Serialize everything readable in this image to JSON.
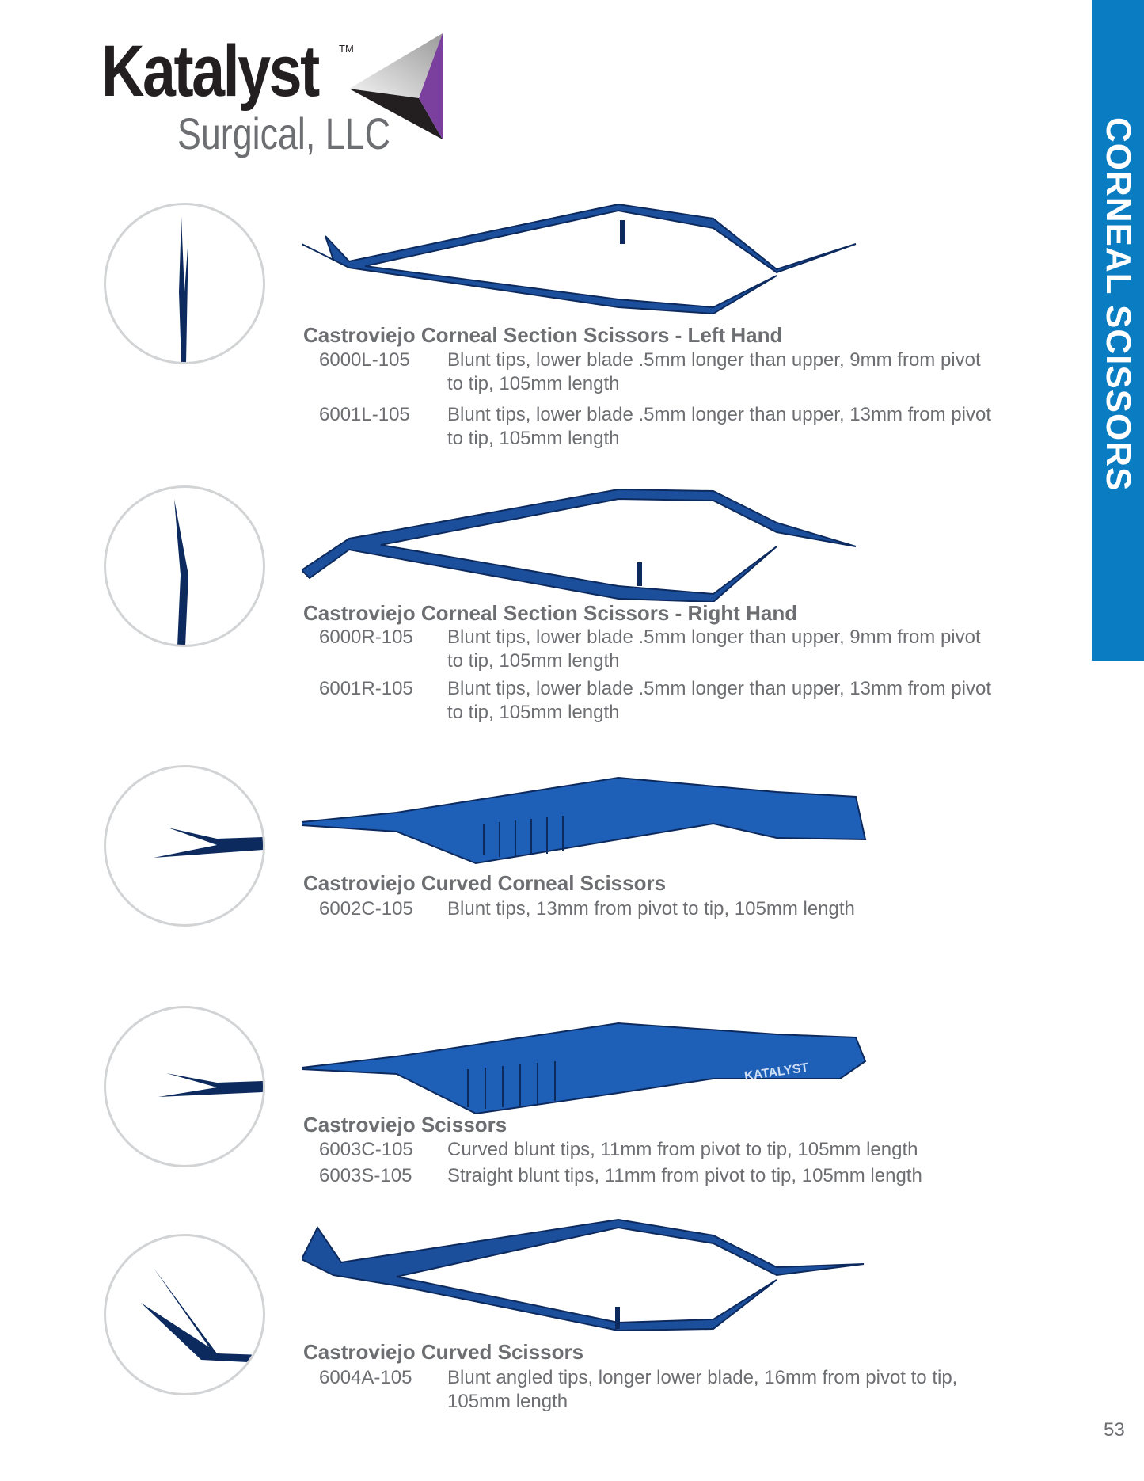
{
  "logo": {
    "brand": "Katalyst",
    "trademark": "TM",
    "subtitle": "Surgical, LLC",
    "colors": {
      "dark": "#231f20",
      "purple": "#7b3f9e",
      "silver": "#c9c9c9"
    }
  },
  "side_tab": {
    "label": "CORNEAL SCISSORS",
    "color": "#0a7dc2"
  },
  "products": [
    {
      "title": "Castroviejo Corneal Section Scissors - Left Hand",
      "items": [
        {
          "code": "6000L-105",
          "desc": "Blunt tips, lower blade .5mm longer than upper, 9mm from pivot to tip, 105mm length"
        },
        {
          "code": "6001L-105",
          "desc": "Blunt tips, lower blade .5mm longer than upper, 13mm from pivot to tip, 105mm length"
        }
      ]
    },
    {
      "title": "Castroviejo Corneal Section Scissors - Right Hand",
      "items": [
        {
          "code": "6000R-105",
          "desc": "Blunt tips, lower blade .5mm longer than upper, 9mm from pivot to tip, 105mm length"
        },
        {
          "code": "6001R-105",
          "desc": "Blunt tips, lower blade .5mm longer than upper, 13mm from pivot to tip, 105mm length"
        }
      ]
    },
    {
      "title": "Castroviejo Curved Corneal Scissors",
      "items": [
        {
          "code": "6002C-105",
          "desc": "Blunt tips, 13mm from pivot to tip, 105mm length"
        }
      ]
    },
    {
      "title": "Castroviejo Scissors",
      "items": [
        {
          "code": "6003C-105",
          "desc": "Curved blunt tips, 11mm from pivot to tip, 105mm length"
        },
        {
          "code": "6003S-105",
          "desc": "Straight blunt tips, 11mm from pivot to tip, 105mm length"
        }
      ]
    },
    {
      "title": "Castroviejo Curved Scissors",
      "items": [
        {
          "code": "6004A-105",
          "desc": "Blunt angled tips, longer lower blade, 16mm from pivot to tip, 105mm length"
        }
      ]
    }
  ],
  "engraving": "KATALYST",
  "page_number": "53"
}
